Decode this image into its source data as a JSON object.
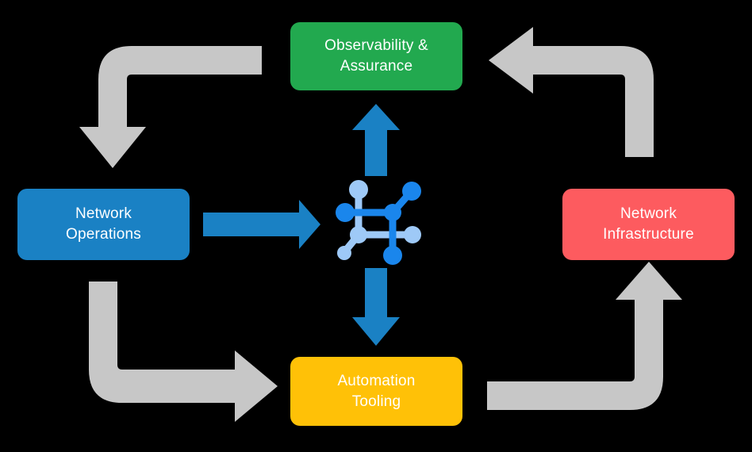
{
  "diagram": {
    "title": "Network automation lifecycle cycle diagram",
    "background_color": "#000000",
    "nodes": [
      {
        "id": "observability",
        "label": "Observability &\nAssurance",
        "color": "#22a94f",
        "text_color": "#ffffff",
        "position": "top"
      },
      {
        "id": "network-operations",
        "label": "Network\nOperations",
        "color": "#1a81c4",
        "text_color": "#ffffff",
        "position": "left"
      },
      {
        "id": "network-infrastructure",
        "label": "Network\nInfrastructure",
        "color": "#fd5b5f",
        "text_color": "#ffffff",
        "position": "right"
      },
      {
        "id": "automation-tooling",
        "label": "Automation\nTooling",
        "color": "#ffc107",
        "text_color": "#ffffff",
        "position": "bottom"
      }
    ],
    "center_icon": {
      "name": "network-topology-icon",
      "dark_blue": "#1a86ec",
      "light_blue": "#9ec9f7"
    },
    "blue_arrows": [
      {
        "id": "arrow-operations-to-center",
        "direction": "right",
        "color": "#1a81c4",
        "from": "network-operations",
        "to": "center-icon"
      },
      {
        "id": "arrow-center-to-observability",
        "direction": "up",
        "color": "#1a81c4",
        "from": "center-icon",
        "to": "observability"
      },
      {
        "id": "arrow-center-to-automation",
        "direction": "down",
        "color": "#1a81c4",
        "from": "center-icon",
        "to": "automation-tooling"
      }
    ],
    "gray_arrows": [
      {
        "id": "arrow-observability-to-operations",
        "color": "#c7c7c7",
        "from": "observability",
        "to": "network-operations",
        "shape": "left-then-down"
      },
      {
        "id": "arrow-operations-to-automation",
        "color": "#c7c7c7",
        "from": "network-operations",
        "to": "automation-tooling",
        "shape": "down-then-right"
      },
      {
        "id": "arrow-automation-to-infrastructure",
        "color": "#c7c7c7",
        "from": "automation-tooling",
        "to": "network-infrastructure",
        "shape": "right-then-up"
      },
      {
        "id": "arrow-infrastructure-to-observability",
        "color": "#c7c7c7",
        "from": "network-infrastructure",
        "to": "observability",
        "shape": "up-then-left"
      }
    ]
  }
}
